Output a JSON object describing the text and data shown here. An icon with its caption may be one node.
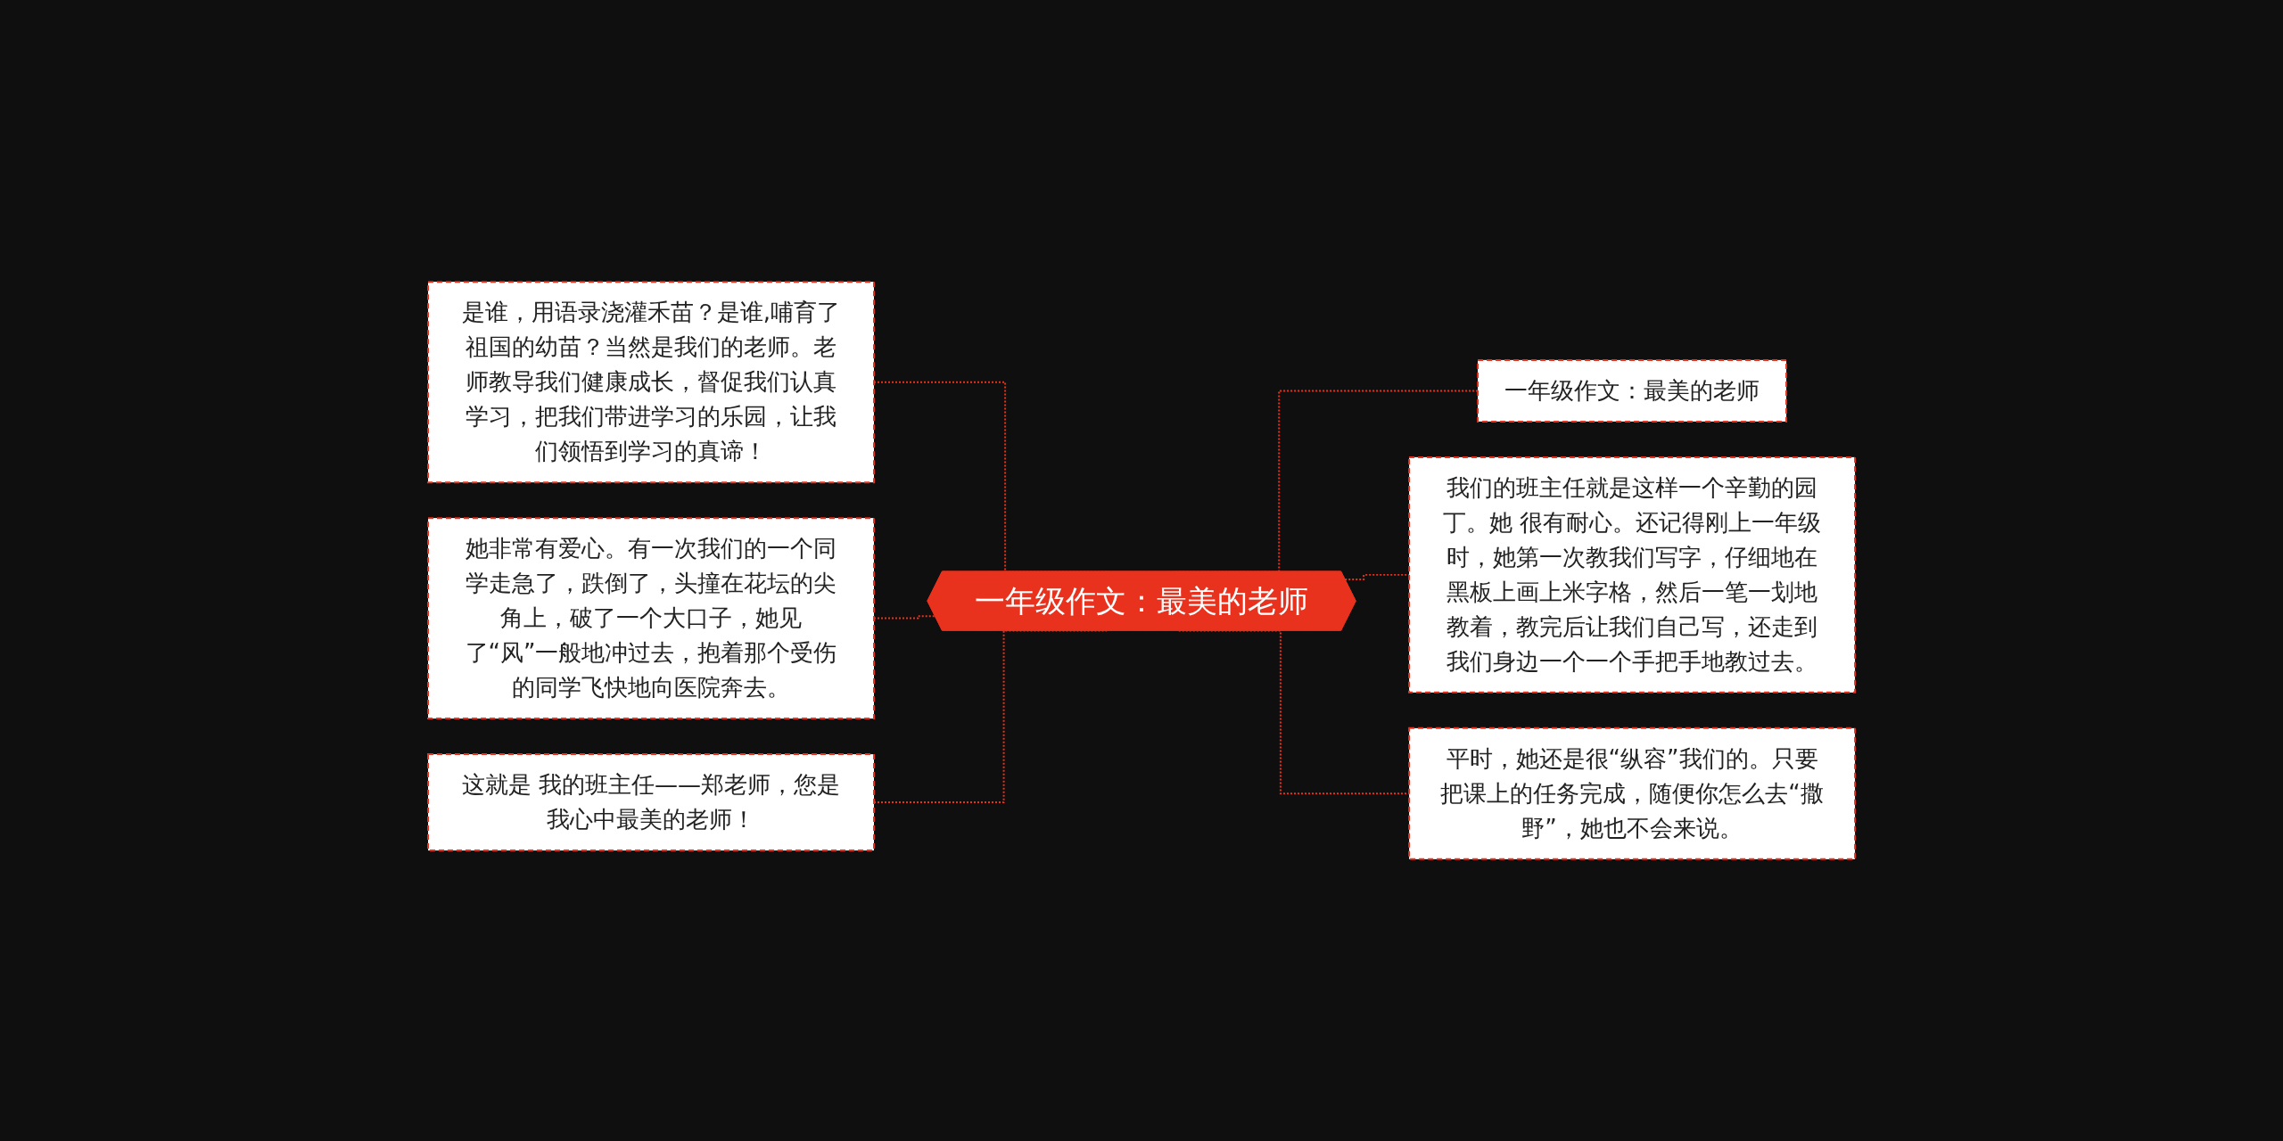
{
  "diagram": {
    "nodes": [
      {
        "text": [
          "一年级作文：最美的老师"
        ]
      },
      {
        "text": [
          "是谁，用语录浇灌禾苗？是谁,哺育了祖国的幼苗？当然是我们的老师。老师教导我们健康成长，督促我们认真学习，把我们带进学习的乐园，让我们领悟到学习的真谛！"
        ]
      },
      {
        "text": [
          "她非常有爱心。有一次我们的一个同学走急了，跌倒了，头撞在花坛的尖角上，破了一个大口子，她见了“风”一般地冲过去，抱着那个受伤的同学飞快地向医院奔去。"
        ]
      },
      {
        "text": [
          "这就是 我的班主任——郑老师，您是我心中最美的老师！"
        ]
      },
      {
        "text": [
          "一年级作文：最美的老师"
        ]
      },
      {
        "text": [
          "我们的班主任就是这样一个辛勤的园丁。她 很有耐心。还记得刚上一年级时，她第一次教我们写字，仔细地在黑板上画上米字格，然后一笔一划地教着，教完后让我们自己写，还走到我们身边一个一个手把手地教过去。"
        ]
      },
      {
        "text": [
          "平时，她还是很“纵容”我们的。只要把课上的任务完成，随便你怎么去“撒野”，她也不会来说。"
        ]
      }
    ],
    "edges": [
      {
        "from": 1,
        "to": 0,
        "arrow": "none",
        "style": "dashed",
        "color": "#e8321e"
      },
      {
        "from": 2,
        "to": 0,
        "arrow": "none",
        "style": "dashed",
        "color": "#e8321e"
      },
      {
        "from": 3,
        "to": 0,
        "arrow": "none",
        "style": "dashed",
        "color": "#e8321e"
      },
      {
        "from": 0,
        "to": 4,
        "arrow": "none",
        "style": "dashed",
        "color": "#e8321e"
      },
      {
        "from": 0,
        "to": 5,
        "arrow": "none",
        "style": "dashed",
        "color": "#e8321e"
      },
      {
        "from": 0,
        "to": 6,
        "arrow": "none",
        "style": "dashed",
        "color": "#e8321e"
      }
    ]
  }
}
